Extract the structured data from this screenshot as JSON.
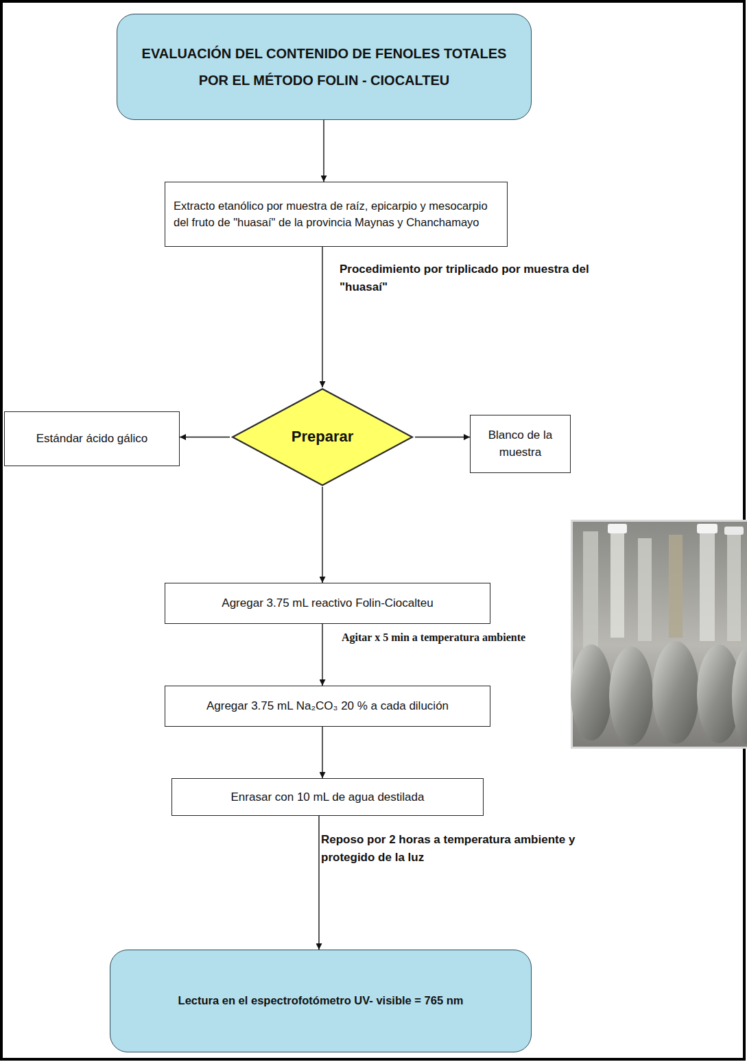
{
  "diagram": {
    "nodes": [
      {
        "text": [
          "EVALUACIÓN DEL CONTENIDO DE FENOLES TOTALES POR EL MÉTODO FOLIN - CIOCALTEU"
        ]
      },
      {
        "text": [
          "Extracto etanólico por muestra de raíz, epicarpio y mesocarpio del fruto de \"huasaí\" de la provincia Maynas y Chanchamayo"
        ]
      },
      {
        "text": [
          "Preparar"
        ]
      },
      {
        "text": [
          "Estándar ácido gálico"
        ]
      },
      {
        "text": [
          "Blanco de la muestra"
        ]
      },
      {
        "text": [
          "Agregar 3.75 mL reactivo Folin-Ciocalteu"
        ]
      },
      {
        "text": [
          "Agregar 3.75 mL Na₂CO₃ 20 % a cada dilución"
        ]
      },
      {
        "text": [
          "Enrasar con 10 mL de agua destilada"
        ]
      },
      {
        "text": [
          "Lectura en el espectrofotómetro UV- visible = 765 nm"
        ]
      }
    ],
    "edges": [
      {
        "from": 0,
        "to": 1,
        "arrow": "to"
      },
      {
        "from": 1,
        "to": 2,
        "label": "Procedimiento por triplicado por muestra del \"huasaí\"",
        "arrow": "to"
      },
      {
        "from": 2,
        "to": 3,
        "arrow": "to"
      },
      {
        "from": 2,
        "to": 4,
        "arrow": "to"
      },
      {
        "from": 2,
        "to": 5,
        "arrow": "to"
      },
      {
        "from": 5,
        "to": 6,
        "label": "Agitar x 5 min a temperatura ambiente",
        "arrow": "to"
      },
      {
        "from": 6,
        "to": 7,
        "arrow": "to"
      },
      {
        "from": 7,
        "to": 8,
        "label": "Reposo por 2 horas a temperatura ambiente y protegido de la luz",
        "arrow": "to"
      }
    ]
  }
}
